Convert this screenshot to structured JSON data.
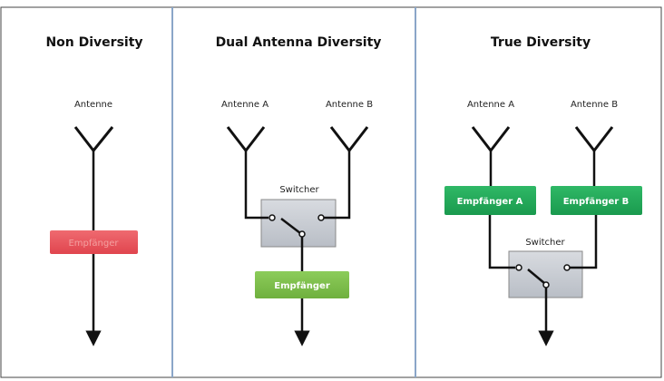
{
  "panels": {
    "left": {
      "title": "Non Diversity",
      "antenna_label": "Antenne",
      "receiver_label": "Empfänger"
    },
    "middle": {
      "title": "Dual Antenna Diversity",
      "antenna_a_label": "Antenne A",
      "antenna_b_label": "Antenne B",
      "switcher_label": "Switcher",
      "receiver_label": "Empfänger"
    },
    "right": {
      "title": "True Diversity",
      "antenna_a_label": "Antenne A",
      "antenna_b_label": "Antenne B",
      "receiver_a_label": "Empfänger A",
      "receiver_b_label": "Empfänger B",
      "switcher_label": "Switcher"
    }
  },
  "colors": {
    "receiver_red": "#e8505a",
    "receiver_green_light": "#7fc04e",
    "receiver_green": "#22a85a",
    "switcher_fill": "#c9cdd3",
    "divider": "#7f9fc4"
  }
}
